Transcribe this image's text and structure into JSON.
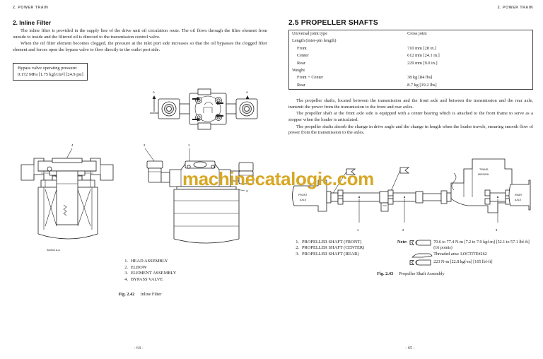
{
  "watermark": "machinecatalogic.com",
  "watermark_color": "#d8a723",
  "left_page": {
    "header": "2. POWER TRAIN",
    "section_title": "2.  Inline Filter",
    "paragraphs": [
      "The inline filter is provided in the supply line of the drive unit oil circulation route.  The oil flows through the filter element from outside to inside and the filtered oil is directed to the transmission control valve.",
      "When the oil filter element becomes clogged, the pressure at the inlet port side increases so that the oil bypasses the clogged filter element and forces open the bypass valve to flow directly to the outlet port side."
    ],
    "spec_box": {
      "line1": "Bypass valve operating pressure:",
      "line2": "0.172 MPa [1.75 kgf/cm²] [24.9 psi]"
    },
    "section_label": "Section A-A",
    "section_marks": [
      "A",
      "A"
    ],
    "callouts": [
      "1",
      "2",
      "3",
      "4"
    ],
    "legend": [
      {
        "n": "1.",
        "label": "HEAD ASSEMBLY"
      },
      {
        "n": "2.",
        "label": "ELBOW"
      },
      {
        "n": "3.",
        "label": "ELEMENT ASSEMBLY"
      },
      {
        "n": "4.",
        "label": "BYPASS VALVE"
      }
    ],
    "figure_caption_num": "Fig. 2.42",
    "figure_caption_text": "Inline Filter",
    "folio": "- 64 -"
  },
  "right_page": {
    "header": "2. POWER TRAIN",
    "section_title": "2.5  PROPELLER SHAFTS",
    "table": [
      {
        "key": "Universal joint type",
        "value": "Cross joint",
        "indent": false
      },
      {
        "key": "Length (inter-pin length)",
        "value": "",
        "indent": false
      },
      {
        "key": "Front",
        "value": "710 mm [28 in.]",
        "indent": true
      },
      {
        "key": "Center",
        "value": "612 mm [24.1 in.]",
        "indent": true
      },
      {
        "key": "Rear",
        "value": "229 mm [9.0 in.]",
        "indent": true
      },
      {
        "key": "Weight",
        "value": "",
        "indent": false
      },
      {
        "key": "Front + Center",
        "value": "38 kg [84 lbs]",
        "indent": true
      },
      {
        "key": "Rear",
        "value": "8.7 kg [19.2 lbs]",
        "indent": true
      }
    ],
    "paragraphs": [
      "The propeller shafts, located between the transmission and the front axle and between the transmission and the rear axle, transmit the power from the transmission to the front and rear axles.",
      "The propeller shaft at the front axle side is equipped with a center bearing which is attached to the front frame to serve as a stopper when the loader is articulated.",
      "The propeller shafts absorb the change in drive angle and the change in length when the loader travels, ensuring smooth flow of power from the transmission to the axles."
    ],
    "diagram_labels": {
      "front_axle": "FRONT\nAXLE",
      "front_axle_l1": "FRONT",
      "front_axle_l2": "AXLE",
      "transmission_l1": "TRANS-",
      "transmission_l2": "MISSION",
      "rear_axle_l1": "REAR",
      "rear_axle_l2": "AXLE"
    },
    "callouts": [
      "1",
      "2",
      "3"
    ],
    "legend": [
      {
        "n": "1.",
        "label": "PROPELLER SHAFT (FRONT)"
      },
      {
        "n": "2.",
        "label": "PROPELLER SHAFT (CENTER)"
      },
      {
        "n": "3.",
        "label": "PROPELLER SHAFT (REAR)"
      }
    ],
    "note": {
      "label": "Note:",
      "items": [
        {
          "symbol": "bolt-torque-icon",
          "text": "70.6 to 77.4 N-m [7.2 to 7.9 kgf-m] [52.1 to 57.1 lbf-ft] (16 points)"
        },
        {
          "symbol": "thread-locker-icon",
          "text": "Threaded area: LOCTITE#262"
        },
        {
          "symbol": "bolt-torque-icon",
          "text": "223 N-m [22.8 kgf-m] [165 lbf-ft]"
        }
      ]
    },
    "figure_caption_num": "Fig. 2.43",
    "figure_caption_text": "Propeller Shaft Assembly",
    "folio": "- 65 -"
  }
}
